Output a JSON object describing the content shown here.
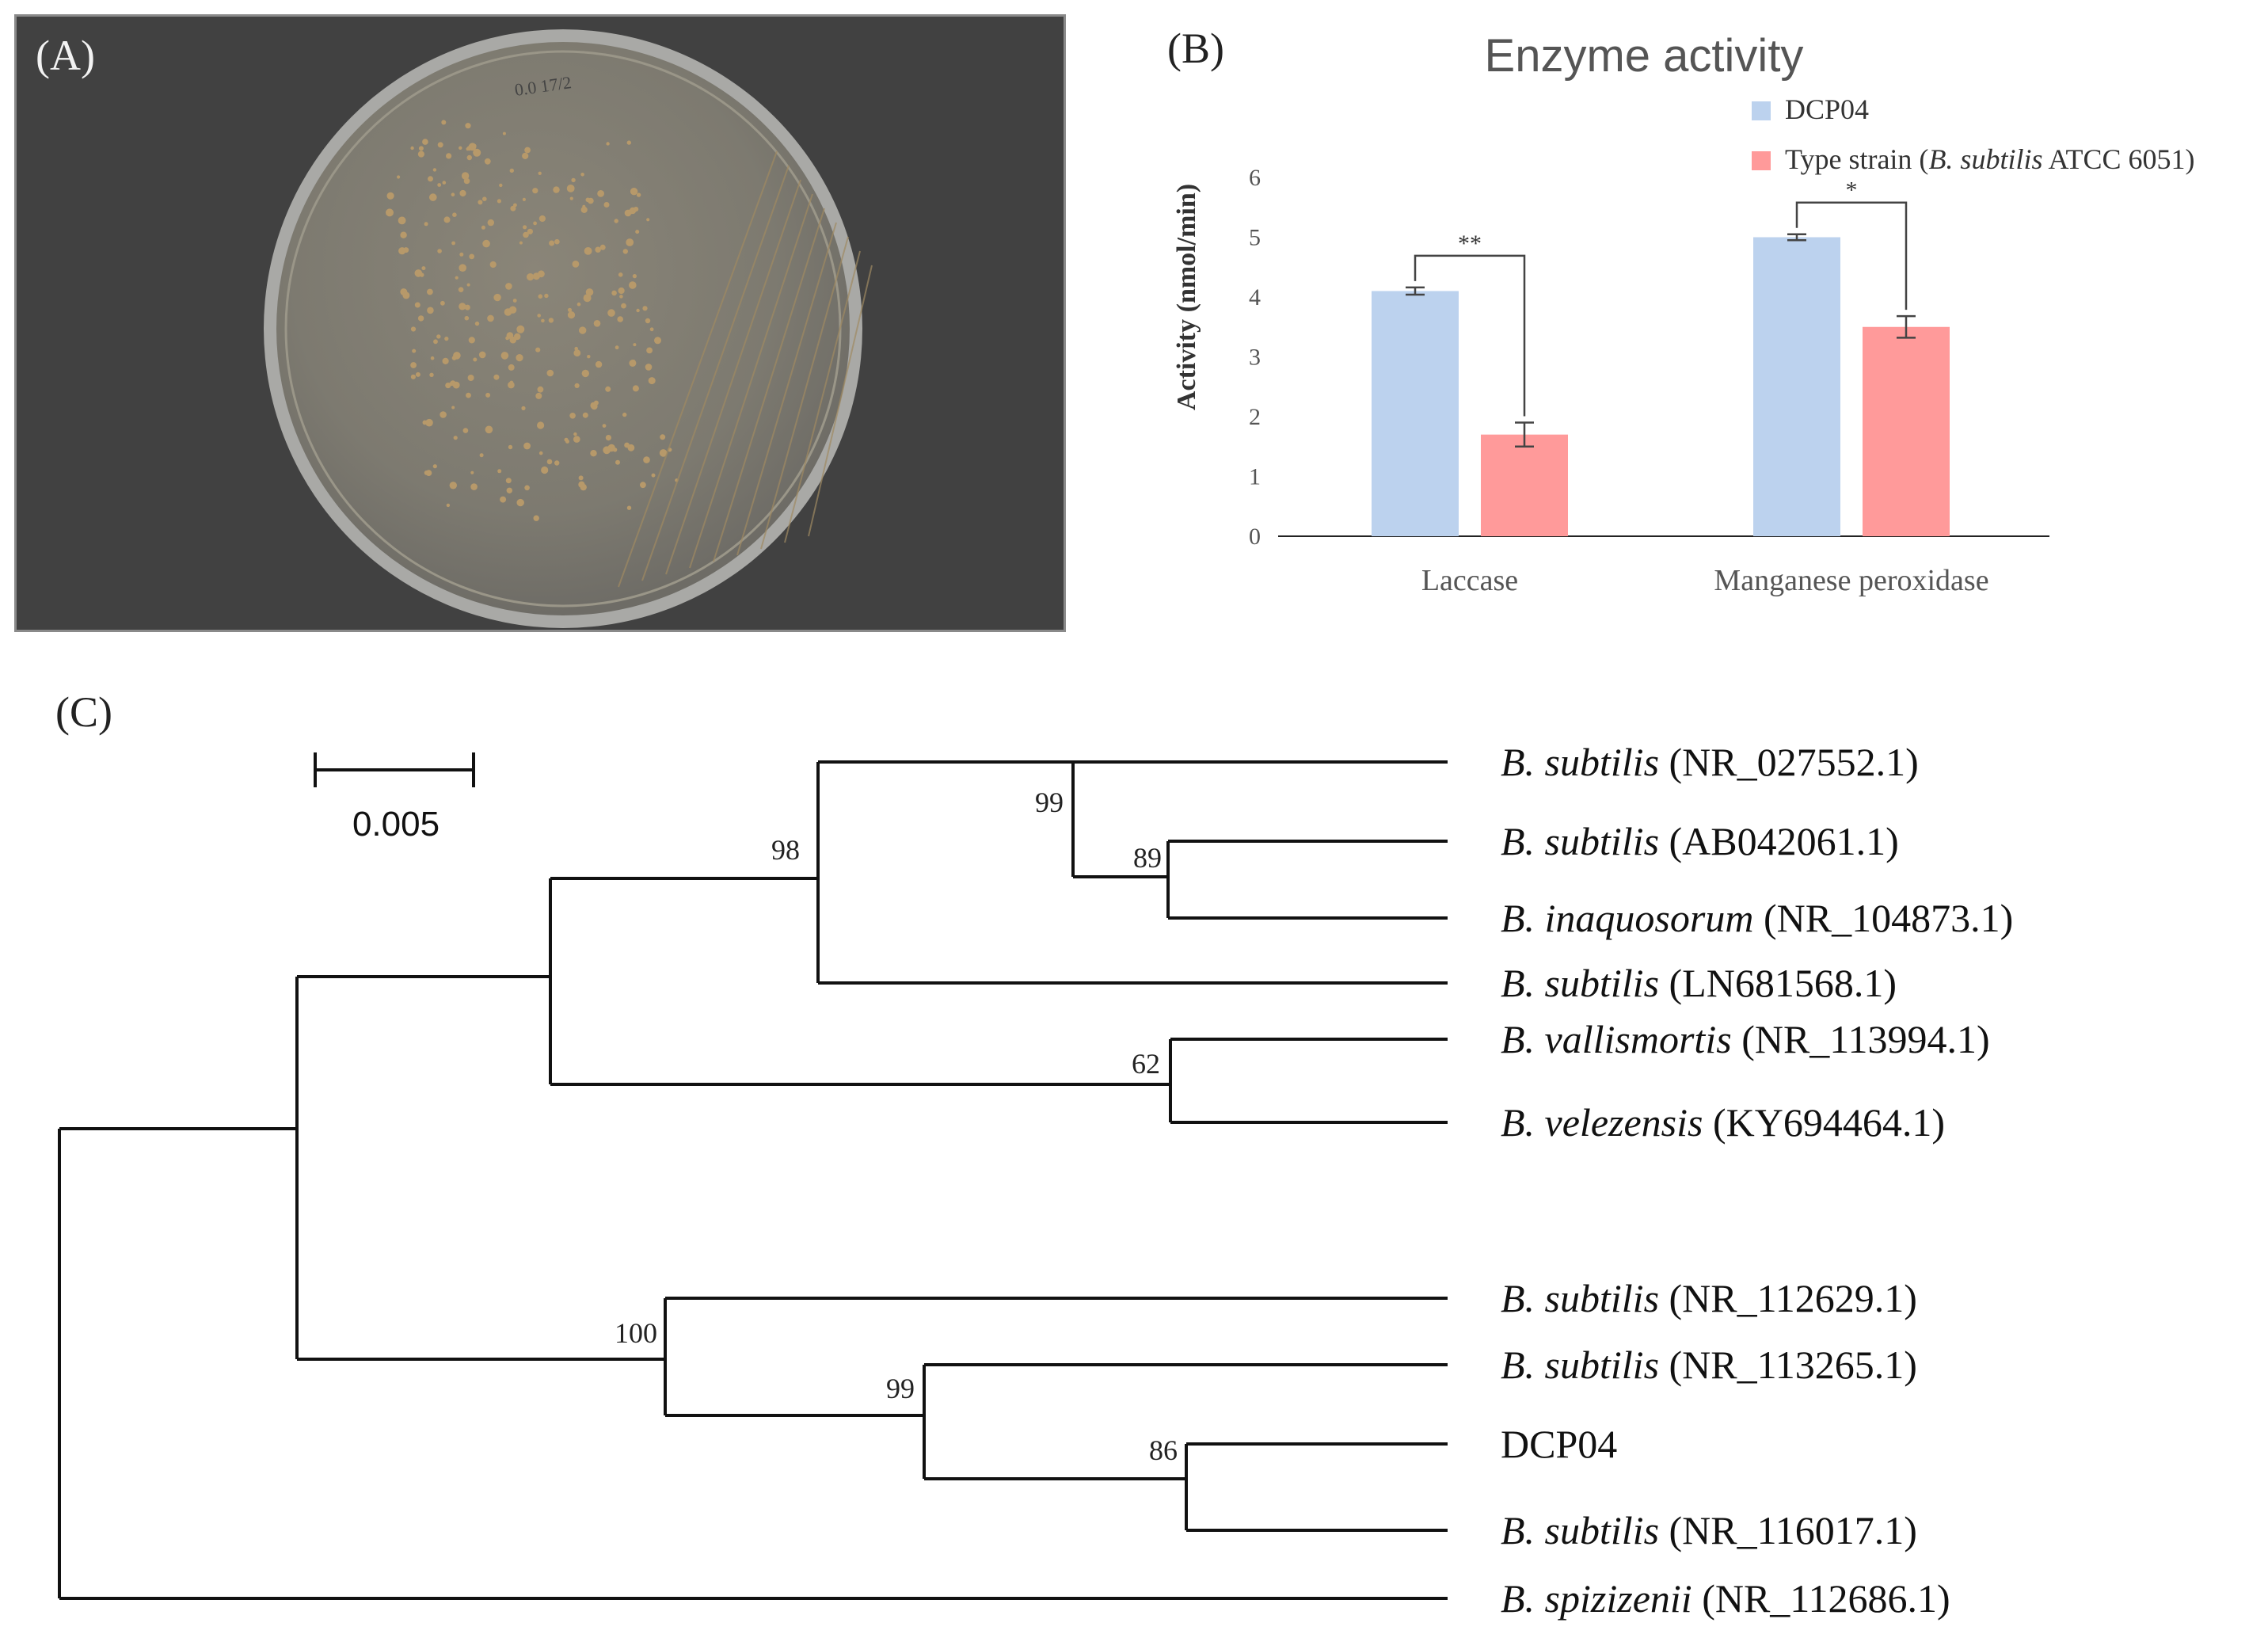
{
  "panels": {
    "a": {
      "label": "(A)",
      "plate_writing": "0.0 17/2"
    },
    "b": {
      "label": "(B)"
    },
    "c": {
      "label": "(C)"
    }
  },
  "chart_data": [
    {
      "type": "bar",
      "title": "Enzyme activity",
      "ylabel": "Activity (nmol/min)",
      "ylim": [
        0,
        6
      ],
      "yticks": [
        "0",
        "1",
        "2",
        "3",
        "4",
        "5",
        "6"
      ],
      "categories": [
        "Laccase",
        "Manganese peroxidase"
      ],
      "series": [
        {
          "name": "DCP04",
          "color": "#bcd2ee",
          "values": [
            4.1,
            5.0
          ],
          "errors": [
            0.06,
            0.05
          ]
        },
        {
          "name": "Type strain (B. subtilis ATCC 6051)",
          "name_parts": [
            "Type strain (",
            "B. subtilis",
            " ATCC 6051)"
          ],
          "color": "#ff9a9a",
          "values": [
            1.7,
            3.5
          ],
          "errors": [
            0.2,
            0.18
          ]
        }
      ],
      "significance": [
        "**",
        "*"
      ],
      "legend": "top-right"
    }
  ],
  "tree": {
    "scale_bar_label": "0.005",
    "bootstrap": [
      "99",
      "98",
      "89",
      "62",
      "100",
      "99",
      "86"
    ],
    "leaves": [
      {
        "genus": "B.",
        "species": "subtilis",
        "accession": "(NR_027552.1)"
      },
      {
        "genus": "B.",
        "species": "subtilis",
        "accession": "(AB042061.1)"
      },
      {
        "genus": "B.",
        "species": "inaquosorum",
        "accession": "(NR_104873.1)"
      },
      {
        "genus": "B.",
        "species": "subtilis",
        "accession": "(LN681568.1)"
      },
      {
        "genus": "B.",
        "species": "vallismortis",
        "accession": "(NR_113994.1)"
      },
      {
        "genus": "B.",
        "species": "velezensis",
        "accession": "(KY694464.1)"
      },
      {
        "genus": "B.",
        "species": "subtilis",
        "accession": "(NR_112629.1)"
      },
      {
        "genus": "B.",
        "species": "subtilis",
        "accession": "(NR_113265.1)"
      },
      {
        "genus": "",
        "species": "",
        "accession": "DCP04"
      },
      {
        "genus": "B.",
        "species": "subtilis",
        "accession": "(NR_116017.1)"
      },
      {
        "genus": "B.",
        "species": "spizizenii",
        "accession": "(NR_112686.1)"
      }
    ]
  }
}
